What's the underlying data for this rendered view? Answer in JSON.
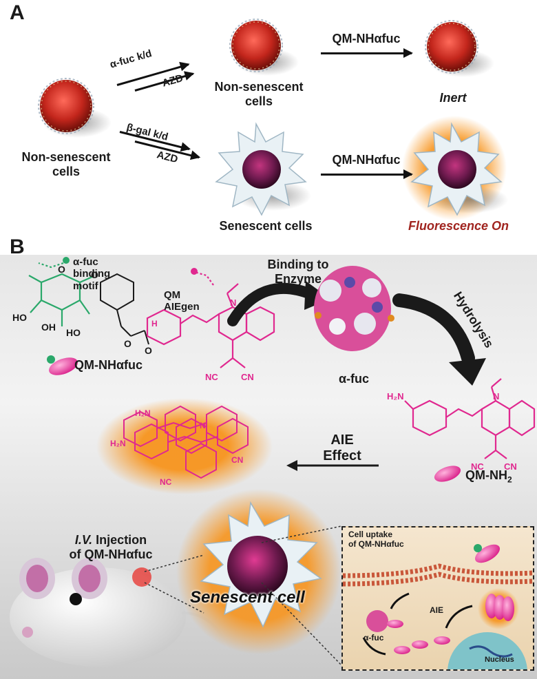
{
  "panel_a": {
    "letter": "A",
    "start_label_line1": "Non-senescent",
    "start_label_line2": "cells",
    "arrow_top_above": "α-fuc  k/d",
    "arrow_top_below": "AZD",
    "arrow_bottom_above": "β-gal k/d",
    "arrow_bottom_below": "AZD",
    "mid_top_line1": "Non-senescent",
    "mid_top_line2": "cells",
    "mid_bottom": "Senescent cells",
    "probe_top": "QM-NHαfuc",
    "probe_bottom": "QM-NHαfuc",
    "result_top": "Inert",
    "result_bottom": "Fluorescence On"
  },
  "panel_b": {
    "letter": "B",
    "binding_motif_line1": "α-fuc",
    "binding_motif_line2": "binding",
    "binding_motif_line3": "motif",
    "aiegen_line1": "QM",
    "aiegen_line2": "AIEgen",
    "binding_enzyme_line1": "Binding to",
    "binding_enzyme_line2": "Enzyme",
    "hydrolysis": "Hydrolysis",
    "enzyme_label": "α-fuc",
    "probe_label": "QM-NHαfuc",
    "product_label": "QM-NH",
    "product_subscript": "2",
    "aie_effect_line1": "AIE",
    "aie_effect_line2": "Effect",
    "injection_line1_italic": "I.V.",
    "injection_line1_rest": " Injection",
    "injection_line2": "of QM-NHαfuc",
    "senescent_cell": "Senescent cell",
    "inset_uptake_line1": "Cell uptake",
    "inset_uptake_line2": "of QM-NHαfuc",
    "inset_aie": "AIE",
    "inset_enzyme": "α-fuc",
    "inset_nucleus": "Nucleus",
    "chem": {
      "ho1": "HO",
      "ho2": "HO",
      "oh": "OH",
      "o_ring": "O",
      "o_link": "O",
      "o_carb1": "O",
      "o_carb2": "O",
      "nh": "H",
      "n": "N",
      "n_prod": "N",
      "nc": "NC",
      "cn": "CN",
      "h2n": "H₂N",
      "n_agg": "N"
    }
  },
  "colors": {
    "magenta": "#e0288f",
    "green": "#2aa86a",
    "glow": "#f7941d",
    "dark_red": "#a0241f"
  }
}
